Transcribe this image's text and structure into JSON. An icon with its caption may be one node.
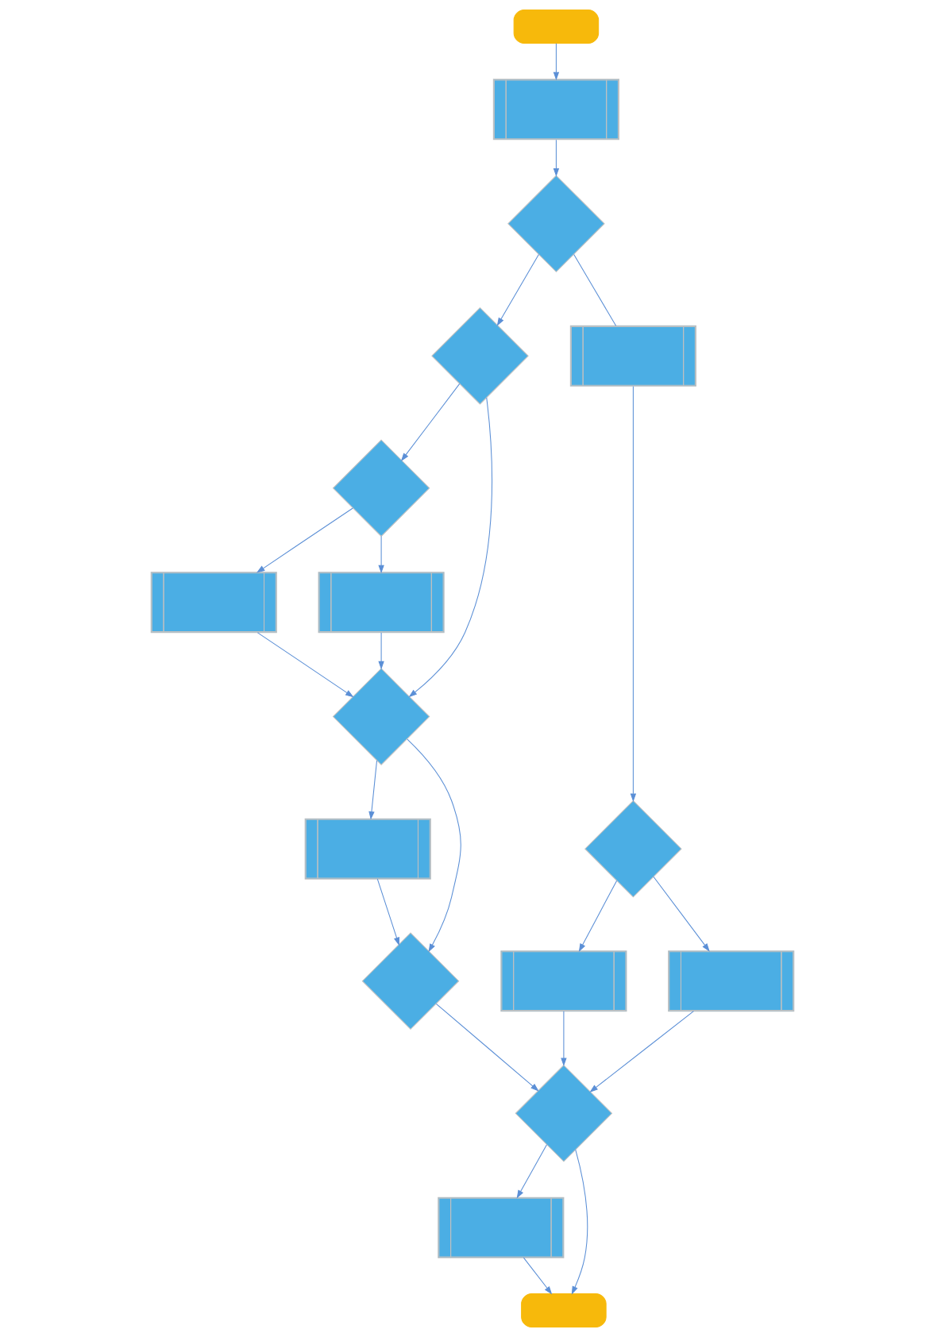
{
  "diagram": {
    "nodes": [
      {
        "text": [],
        "shape": "oval"
      },
      {
        "text": [],
        "shape": "box"
      },
      {
        "text": [],
        "shape": "diamond"
      },
      {
        "text": [],
        "shape": "diamond"
      },
      {
        "text": [],
        "shape": "diamond"
      },
      {
        "text": [],
        "shape": "box"
      },
      {
        "text": [],
        "shape": "box"
      },
      {
        "text": [],
        "shape": "box"
      },
      {
        "text": [],
        "shape": "diamond"
      },
      {
        "text": [],
        "shape": "diamond"
      },
      {
        "text": [],
        "shape": "box"
      },
      {
        "text": [],
        "shape": "box"
      },
      {
        "text": [],
        "shape": "box"
      },
      {
        "text": [],
        "shape": "diamond"
      },
      {
        "text": [],
        "shape": "diamond"
      },
      {
        "text": [],
        "shape": "box"
      },
      {
        "text": [],
        "shape": "oval"
      }
    ],
    "edges": [
      {
        "from": 0,
        "to": 1,
        "arrow": "to"
      },
      {
        "from": 1,
        "to": 2,
        "arrow": "to"
      },
      {
        "from": 2,
        "to": 3,
        "arrow": "to"
      },
      {
        "from": 3,
        "to": 4,
        "arrow": "to"
      },
      {
        "from": 4,
        "to": 5,
        "arrow": "to"
      },
      {
        "from": 4,
        "to": 6,
        "arrow": "to"
      },
      {
        "from": 2,
        "to": 7,
        "arrow": "none"
      },
      {
        "from": 5,
        "to": 9,
        "arrow": "to"
      },
      {
        "from": 6,
        "to": 9,
        "arrow": "to"
      },
      {
        "from": 3,
        "to": 9,
        "arrow": "to"
      },
      {
        "from": 7,
        "to": 8,
        "arrow": "to"
      },
      {
        "from": 9,
        "to": 12,
        "arrow": "to"
      },
      {
        "from": 8,
        "to": 10,
        "arrow": "to"
      },
      {
        "from": 8,
        "to": 11,
        "arrow": "to"
      },
      {
        "from": 9,
        "to": 13,
        "arrow": "to"
      },
      {
        "from": 12,
        "to": 13,
        "arrow": "to"
      },
      {
        "from": 13,
        "to": 14,
        "arrow": "to"
      },
      {
        "from": 10,
        "to": 14,
        "arrow": "to"
      },
      {
        "from": 11,
        "to": 14,
        "arrow": "to"
      },
      {
        "from": 14,
        "to": 15,
        "arrow": "to"
      },
      {
        "from": 14,
        "to": 16,
        "arrow": "to"
      },
      {
        "from": 15,
        "to": 16,
        "arrow": "to"
      }
    ]
  }
}
